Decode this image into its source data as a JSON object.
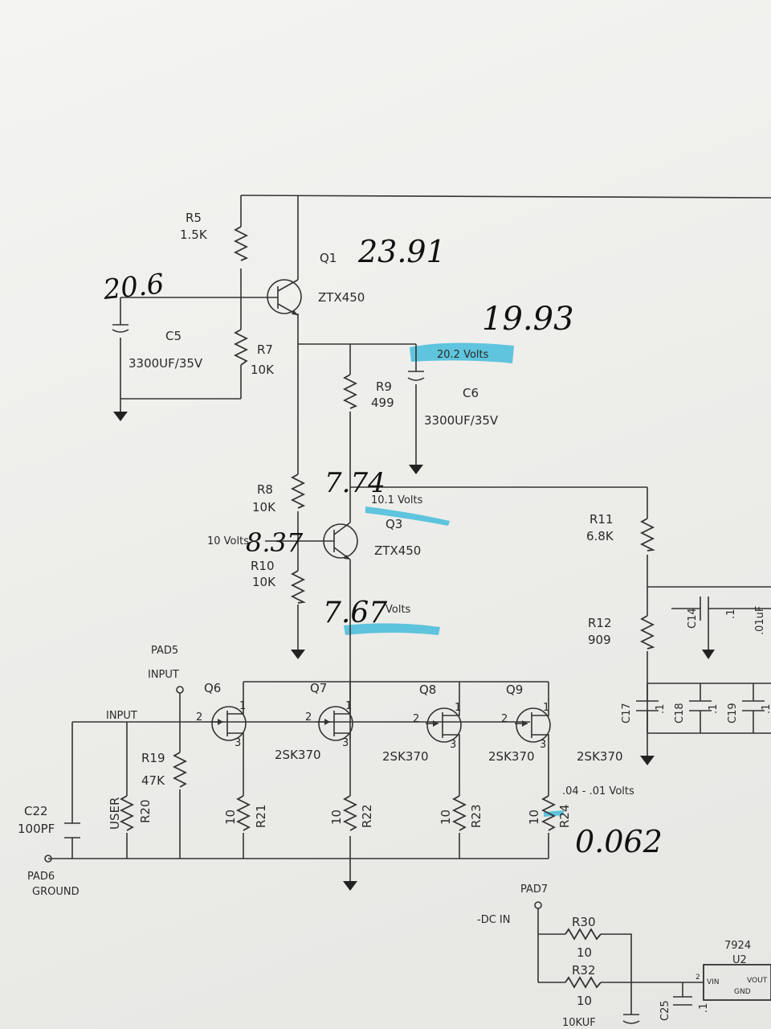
{
  "components": {
    "R5": {
      "ref": "R5",
      "value": "1.5K"
    },
    "Q1": {
      "ref": "Q1",
      "part": "ZTX450"
    },
    "C5": {
      "ref": "C5",
      "value": "3300UF/35V"
    },
    "R7": {
      "ref": "R7",
      "value": "10K"
    },
    "R9": {
      "ref": "R9",
      "value": "499"
    },
    "C6": {
      "ref": "C6",
      "value": "3300UF/35V"
    },
    "R8": {
      "ref": "R8",
      "value": "10K"
    },
    "Q3": {
      "ref": "Q3",
      "part": "ZTX450"
    },
    "R10": {
      "ref": "R10",
      "value": "10K"
    },
    "R11": {
      "ref": "R11",
      "value": "6.8K"
    },
    "R12": {
      "ref": "R12",
      "value": "909"
    },
    "C14": {
      "ref": "C14",
      "value": ".1"
    },
    "C14b": {
      "value": ".01uF"
    },
    "C17": {
      "ref": "C17",
      "value": ".1"
    },
    "C18": {
      "ref": "C18",
      "value": ".1"
    },
    "C19": {
      "ref": "C19",
      "value": ".1"
    },
    "Q6": {
      "ref": "Q6"
    },
    "Q7": {
      "ref": "Q7",
      "part": "2SK370"
    },
    "Q8": {
      "ref": "Q8",
      "part": "2SK370"
    },
    "Q9": {
      "ref": "Q9",
      "part": "2SK370"
    },
    "Q10": {
      "part": "2SK370"
    },
    "R19": {
      "ref": "R19",
      "value": "47K"
    },
    "R20": {
      "ref": "R20",
      "value": "USER"
    },
    "R21": {
      "ref": "R21",
      "value": "10"
    },
    "R22": {
      "ref": "R22",
      "value": "10"
    },
    "R23": {
      "ref": "R23",
      "value": "10"
    },
    "R24": {
      "ref": "R24",
      "value": "10"
    },
    "C22": {
      "ref": "C22",
      "value": "100PF"
    },
    "R30": {
      "ref": "R30",
      "value": "10"
    },
    "R32": {
      "ref": "R32",
      "value": "10"
    },
    "C25": {
      "ref": "C25",
      "value": ".1"
    },
    "C_dc": {
      "value": "10KUF"
    },
    "U2": {
      "ref": "U2",
      "part": "7924",
      "pin_vin": "VIN",
      "pin_vout": "VOUT",
      "pin_gnd": "GND",
      "pin2": "2"
    }
  },
  "pads": {
    "pad5": "PAD5",
    "pad5_label": "INPUT",
    "input_net": "INPUT",
    "pad6": "PAD6",
    "pad6_label": "GROUND",
    "pad7": "PAD7",
    "pad7_label": "-DC IN"
  },
  "pins": {
    "p1": "1",
    "p2": "2",
    "p3": "3"
  },
  "printed_notes": {
    "n1": "20.2 Volts",
    "n2": "10.1 Volts",
    "n3": "10 Volts",
    "n4": ".04 - .01 Volts",
    "n5": "Volts"
  },
  "handwritten": {
    "h1": "23.91",
    "h2": "20.6",
    "h3": "19.93",
    "h4": "7.74",
    "h5": "8.37",
    "h6": "7.67",
    "h7": "0.062"
  },
  "colors": {
    "ink": "#333333",
    "highlight": "#2fb6d8",
    "pen": "#111111"
  }
}
